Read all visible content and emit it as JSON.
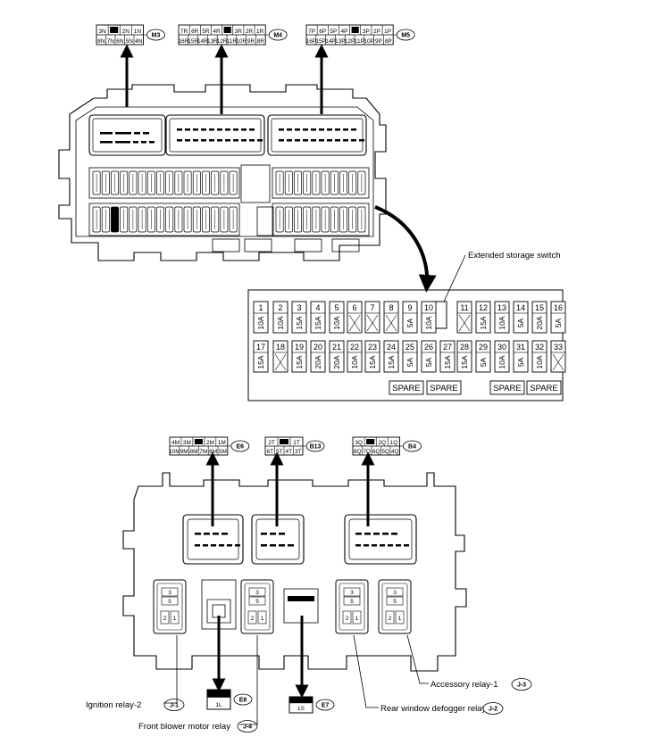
{
  "connectors_top": [
    {
      "tag": "M3",
      "top": [
        "3N",
        "",
        "2N",
        "1N"
      ],
      "bottom": [
        "8N",
        "7N",
        "6N",
        "5N",
        "4N"
      ]
    },
    {
      "tag": "M4",
      "top": [
        "7R",
        "6R",
        "5R",
        "4R",
        "",
        "3R",
        "2R",
        "1R"
      ],
      "bottom": [
        "16R",
        "15R",
        "14R",
        "13R",
        "12R",
        "11R",
        "10R",
        "9R",
        "8R"
      ]
    },
    {
      "tag": "M5",
      "top": [
        "7P",
        "6P",
        "5P",
        "4P",
        "",
        "3P",
        "2P",
        "1P"
      ],
      "bottom": [
        "16P",
        "15P",
        "14P",
        "13P",
        "12P",
        "11P",
        "10P",
        "9P",
        "8P"
      ]
    }
  ],
  "fuse_panel": {
    "switch_label": "Extended storage switch",
    "row1": [
      {
        "num": "1",
        "amp": "10A"
      },
      {
        "num": "2",
        "amp": "10A"
      },
      {
        "num": "3",
        "amp": "15A"
      },
      {
        "num": "4",
        "amp": "15A"
      },
      {
        "num": "5",
        "amp": "10A"
      },
      {
        "num": "6",
        "amp": ""
      },
      {
        "num": "7",
        "amp": ""
      },
      {
        "num": "8",
        "amp": ""
      },
      {
        "num": "9",
        "amp": "5A"
      },
      {
        "num": "10",
        "amp": "10A"
      },
      {
        "num": "11",
        "amp": ""
      },
      {
        "num": "12",
        "amp": "15A"
      },
      {
        "num": "13",
        "amp": "10A"
      },
      {
        "num": "14",
        "amp": "5A"
      },
      {
        "num": "15",
        "amp": "20A"
      },
      {
        "num": "16",
        "amp": "5A"
      }
    ],
    "row2": [
      {
        "num": "17",
        "amp": "15A"
      },
      {
        "num": "18",
        "amp": ""
      },
      {
        "num": "19",
        "amp": "15A"
      },
      {
        "num": "20",
        "amp": "20A"
      },
      {
        "num": "21",
        "amp": "20A"
      },
      {
        "num": "22",
        "amp": "10A"
      },
      {
        "num": "23",
        "amp": "15A"
      },
      {
        "num": "24",
        "amp": "15A"
      },
      {
        "num": "25",
        "amp": "5A"
      },
      {
        "num": "26",
        "amp": "5A"
      },
      {
        "num": "27",
        "amp": "15A"
      },
      {
        "num": "28",
        "amp": "15A"
      },
      {
        "num": "29",
        "amp": "5A"
      },
      {
        "num": "30",
        "amp": "10A"
      },
      {
        "num": "31",
        "amp": "5A"
      },
      {
        "num": "32",
        "amp": "10A"
      },
      {
        "num": "33",
        "amp": ""
      }
    ],
    "spares": [
      "SPARE",
      "SPARE",
      "SPARE",
      "SPARE"
    ]
  },
  "connectors_bottom": [
    {
      "tag": "E6",
      "top": [
        "4M",
        "3M",
        "",
        "2M",
        "1M"
      ],
      "bottom": [
        "10M",
        "9M",
        "8M",
        "7M",
        "6M",
        "5M"
      ]
    },
    {
      "tag": "B13",
      "top": [
        "2T",
        "",
        "1T"
      ],
      "bottom": [
        "6T",
        "5T",
        "4T",
        "3T"
      ]
    },
    {
      "tag": "B4",
      "top": [
        "3Q",
        "",
        "2Q",
        "1Q"
      ],
      "bottom": [
        "8Q",
        "7Q",
        "6Q",
        "5Q",
        "4Q"
      ]
    }
  ],
  "relay_pins": {
    "top": "3",
    "mid": "5",
    "left": "2",
    "right": "1"
  },
  "small_connectors": [
    {
      "pin": "1L",
      "tag": "E8"
    },
    {
      "pin": "1S",
      "tag": "E7"
    }
  ],
  "relays": [
    {
      "label": "Ignition relay-2",
      "tag": "J-1"
    },
    {
      "label": "Front blower motor relay",
      "tag": "J-4"
    },
    {
      "label": "Rear window defogger relay",
      "tag": "J-2"
    },
    {
      "label": "Accessory relay-1",
      "tag": "J-3"
    }
  ]
}
